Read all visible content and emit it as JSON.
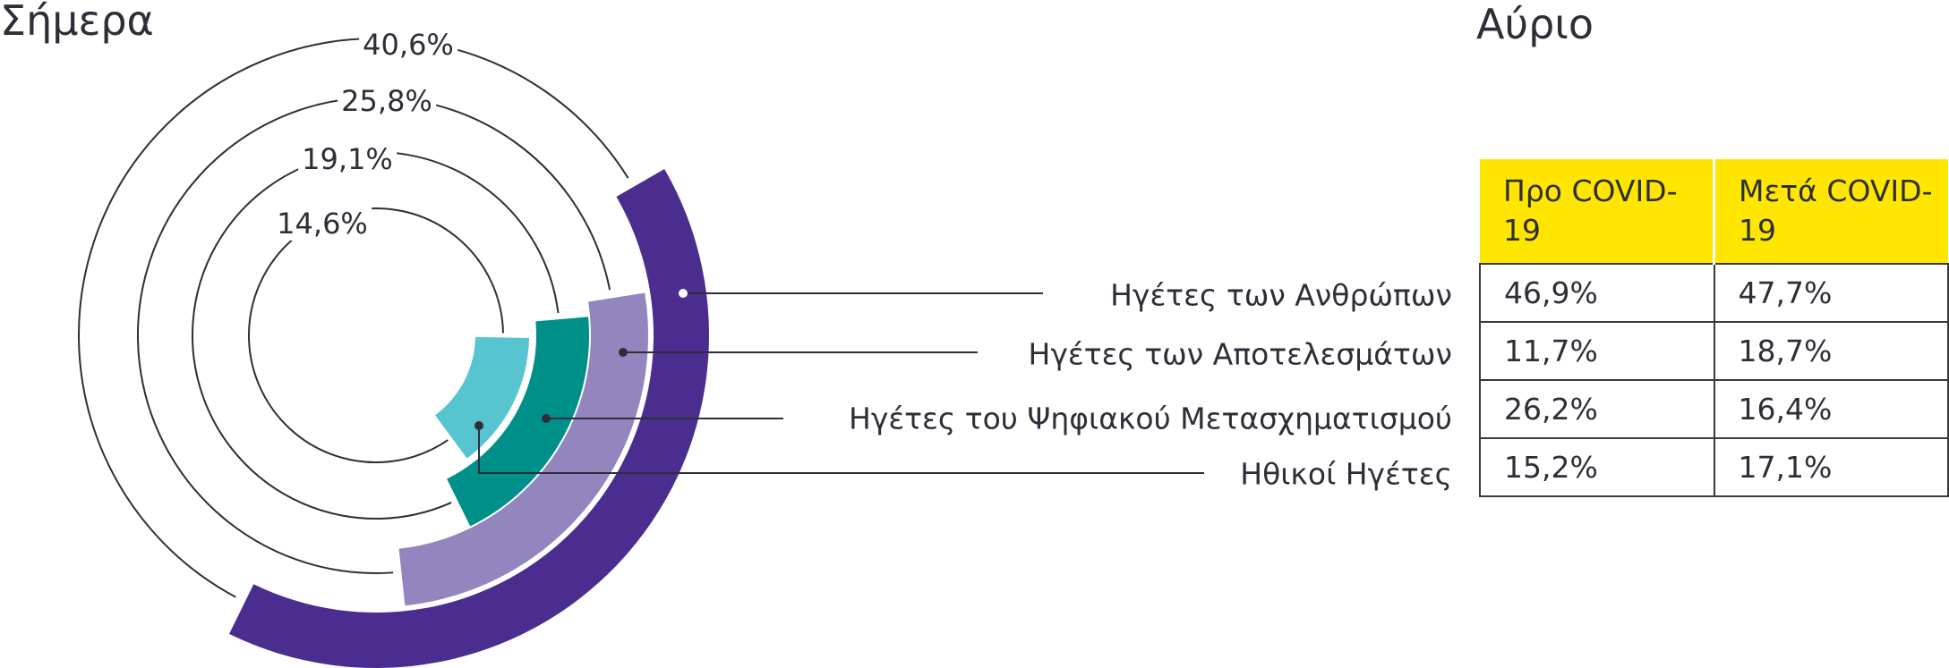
{
  "titles": {
    "today": "Σήμερα",
    "tomorrow": "Αύριο"
  },
  "colors": {
    "dark_purple": "#4B2D90",
    "light_purple": "#9386BF",
    "teal": "#00908A",
    "cyan": "#57C5D0",
    "yellow": "#FFE600",
    "line": "#2e2e38"
  },
  "chart_data": {
    "type": "radial-bar",
    "title": "Σήμερα",
    "series": [
      {
        "name": "Ηγέτες των Ανθρώπων",
        "value": 40.6,
        "label": "40,6%",
        "color": "#4B2D90"
      },
      {
        "name": "Ηγέτες των Αποτελεσμάτων",
        "value": 25.8,
        "label": "25,8%",
        "color": "#9386BF"
      },
      {
        "name": "Ηγέτες του Ψηφιακού Μετασχηματισμού",
        "value": 19.1,
        "label": "19,1%",
        "color": "#00908A"
      },
      {
        "name": "Ηθικοί Ηγέτες",
        "value": 14.6,
        "label": "14,6%",
        "color": "#57C5D0"
      }
    ],
    "unit": "% of full circle"
  },
  "table": {
    "title": "Αύριο",
    "headers": [
      "Προ COVID-19",
      "Μετά COVID-19"
    ],
    "rows": [
      {
        "name": "Ηγέτες των Ανθρώπων",
        "pre": "46,9%",
        "post": "47,7%"
      },
      {
        "name": "Ηγέτες των Αποτελεσμάτων",
        "pre": "11,7%",
        "post": "18,7%"
      },
      {
        "name": "Ηγέτες του Ψηφιακού Μετασχηματισμού",
        "pre": "26,2%",
        "post": "16,4%"
      },
      {
        "name": "Ηθικοί Ηγέτες",
        "pre": "15,2%",
        "post": "17,1%"
      }
    ]
  }
}
